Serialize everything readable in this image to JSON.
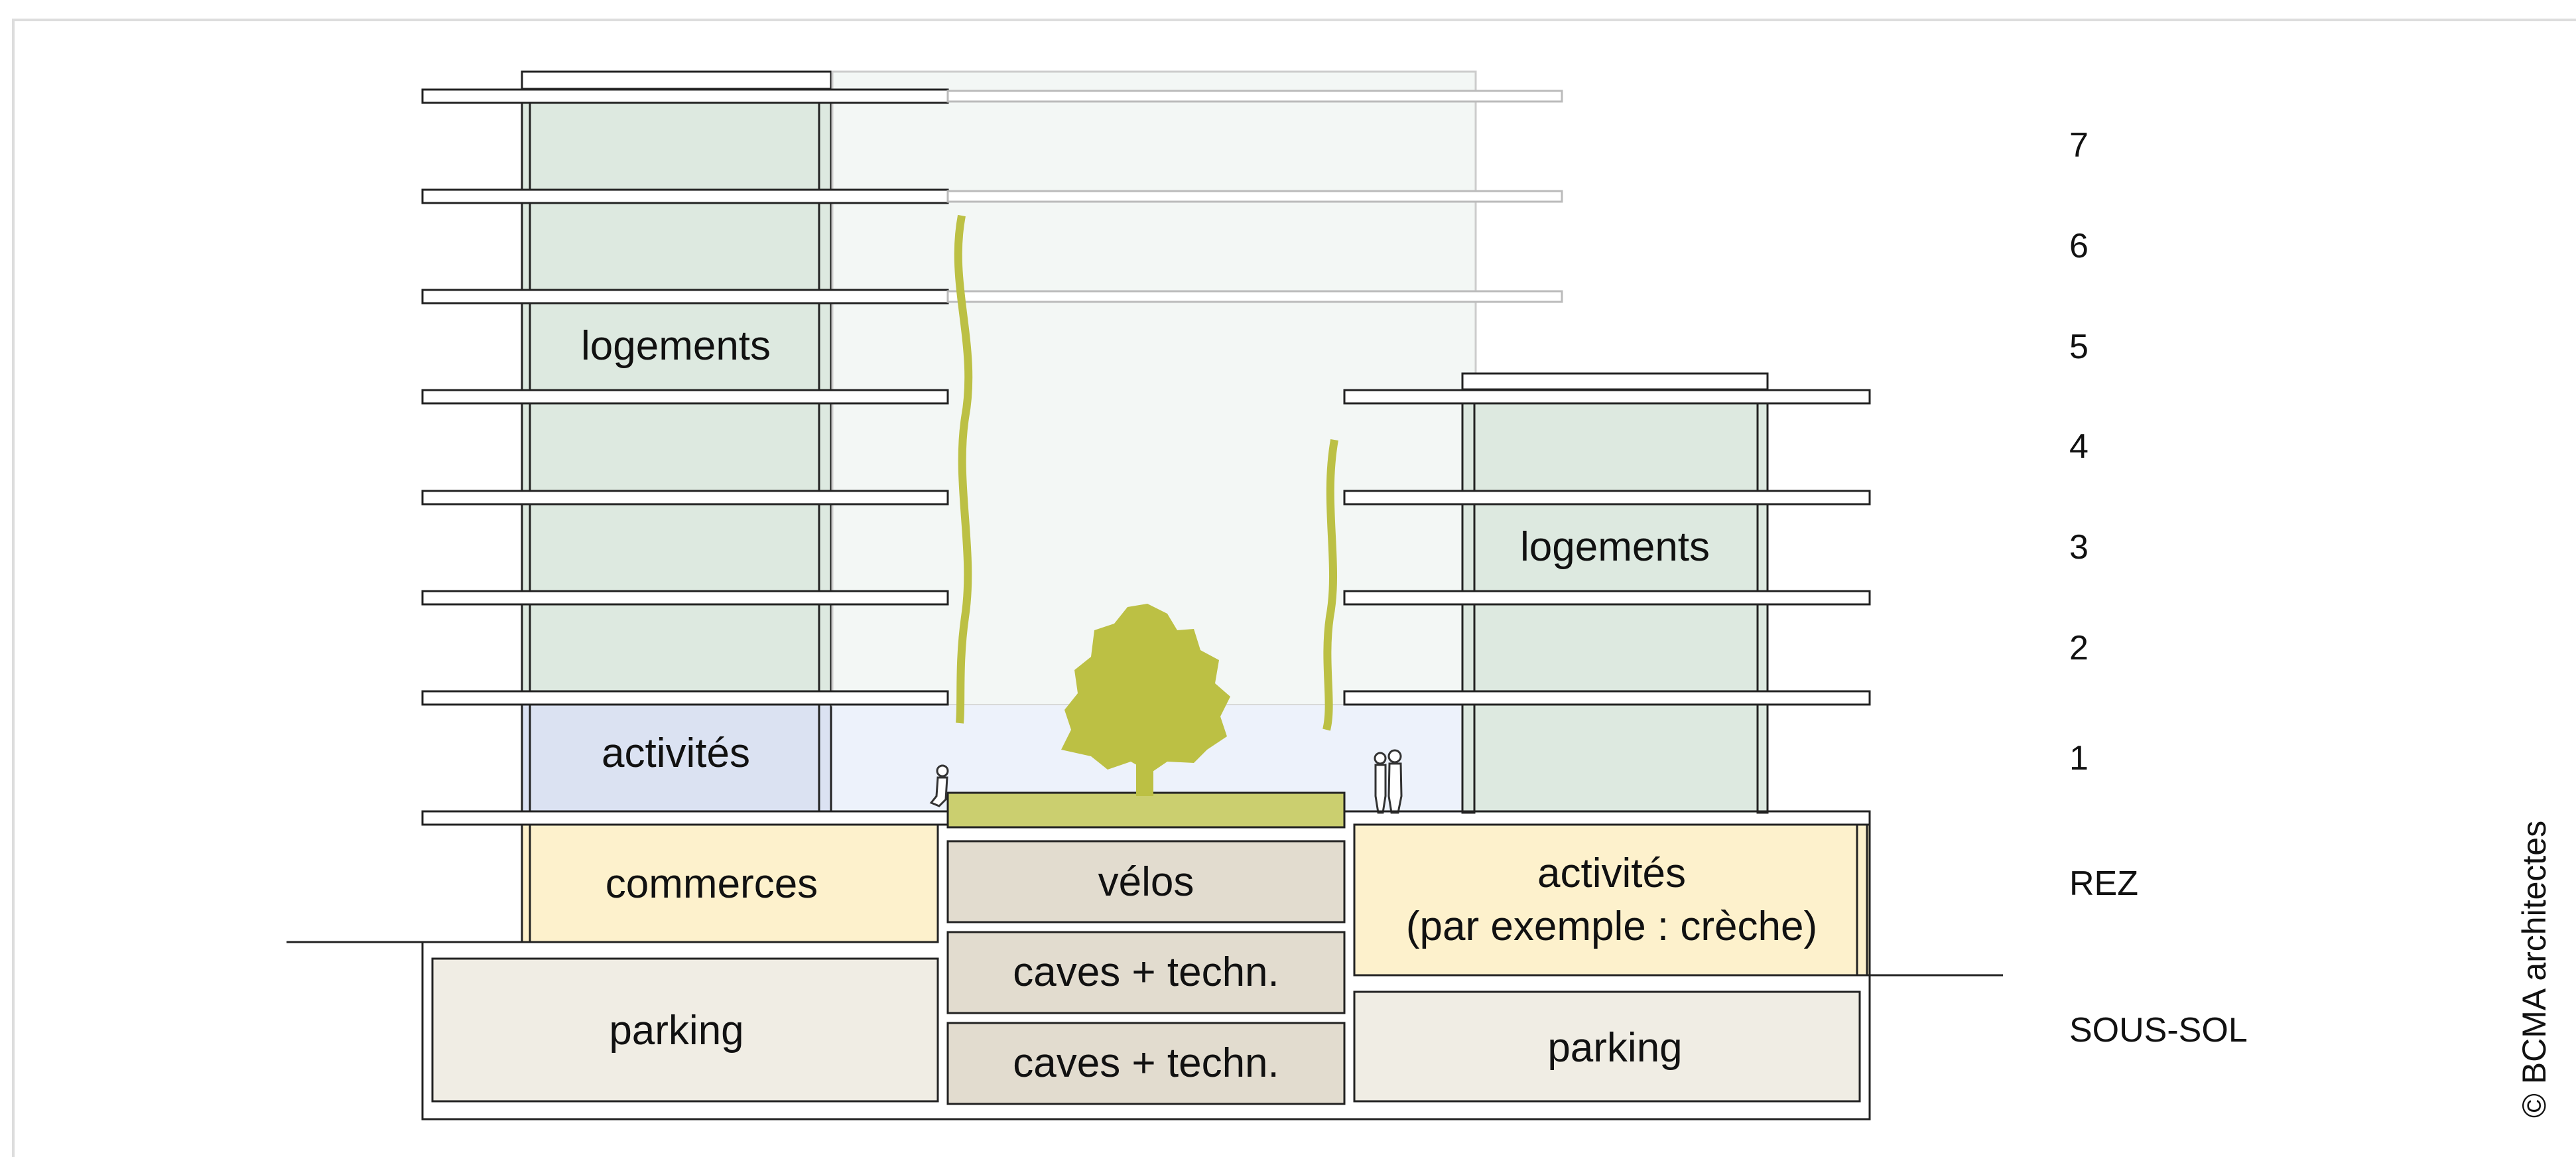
{
  "rooms": {
    "tower_left_logements": "logements",
    "tower_right_logements": "logements",
    "activites_level1": "activités",
    "commerces": "commerces",
    "velos": "vélos",
    "caves_1": "caves + techn.",
    "caves_2": "caves + techn.",
    "activites_rez_line1": "activités",
    "activites_rez_line2": "(par exemple : crèche)",
    "parking_left": "parking",
    "parking_right": "parking"
  },
  "floors": [
    "7",
    "6",
    "5",
    "4",
    "3",
    "2",
    "1",
    "REZ",
    "SOUS-SOL"
  ],
  "credit": "© BCMA architectes",
  "colors": {
    "logements": "#dde9e0",
    "atrium": "#f3f7f5",
    "activites_level1": "#dbe2f2",
    "level1_band": "#edf2fb",
    "commerces": "#fdf1cc",
    "services": "#e2dccf",
    "parking": "#f0ede4",
    "greenery": "#bcc044",
    "lawn": "#cbcf6f",
    "outline": "#222222"
  }
}
